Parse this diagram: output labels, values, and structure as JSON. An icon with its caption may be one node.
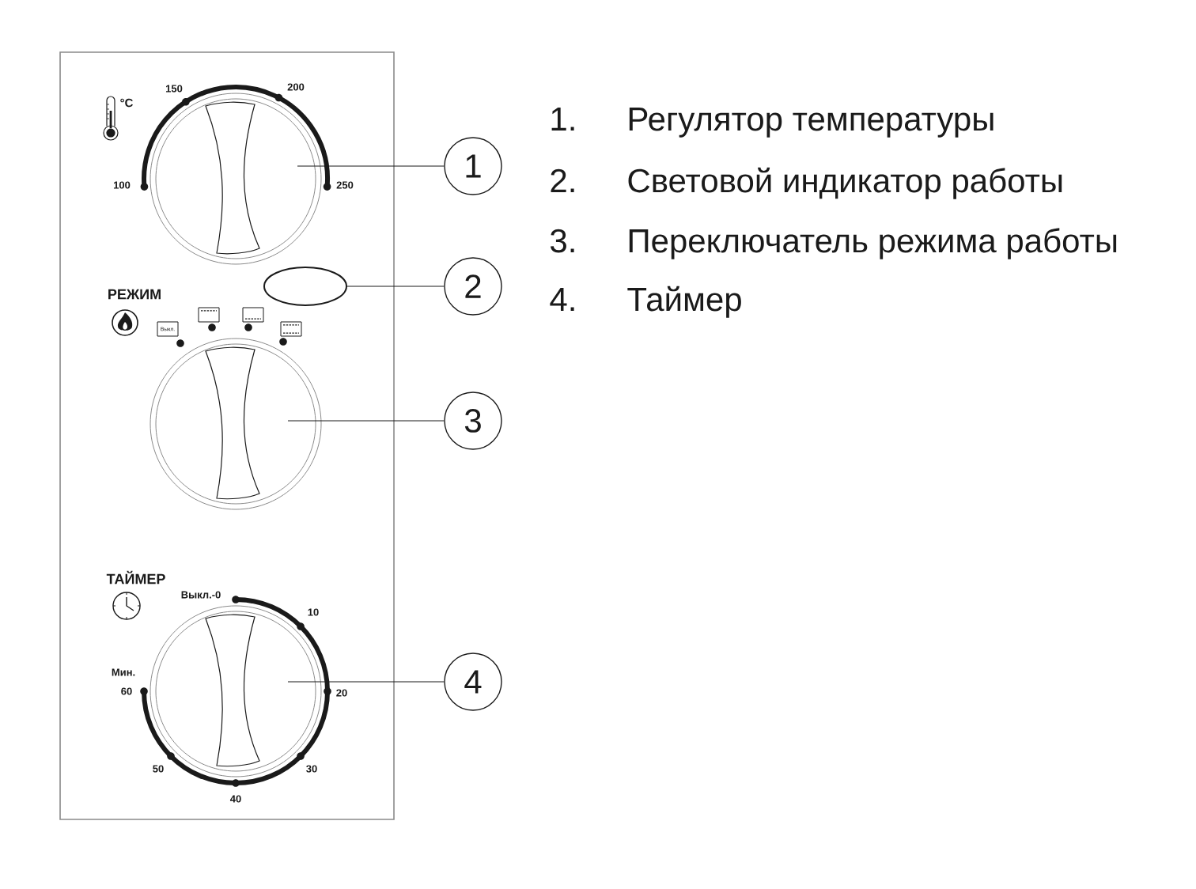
{
  "diagram": {
    "nodes": [
      {
        "text": [],
        "shape": "circle"
      },
      {
        "text": [
          "1"
        ]
      },
      {
        "text": [],
        "shape": "ellipse"
      },
      {
        "text": [
          "2"
        ]
      },
      {
        "text": [],
        "shape": "circle"
      },
      {
        "text": [
          "3"
        ]
      },
      {
        "text": [],
        "shape": "circle"
      },
      {
        "text": [
          "4"
        ]
      }
    ],
    "edges": [
      {
        "from": 1,
        "to": 0,
        "arrow": "none"
      },
      {
        "from": 3,
        "to": 2,
        "arrow": "none"
      },
      {
        "from": 5,
        "to": 4,
        "arrow": "none"
      },
      {
        "from": 7,
        "to": 6,
        "arrow": "none"
      }
    ],
    "labels": [
      "150",
      "200",
      "°C",
      "100",
      "250",
      "РЕЖИМ",
      "Выкл.",
      "ТАЙМЕР",
      "Выкл.-0",
      "10",
      "Мин.",
      "60",
      "20",
      "50",
      "30",
      "40",
      "1.",
      "Регулятор температуры",
      "2.",
      "Световой индикатор работы",
      "3.",
      "Переключатель режима работы",
      "4.",
      "Таймер"
    ]
  }
}
